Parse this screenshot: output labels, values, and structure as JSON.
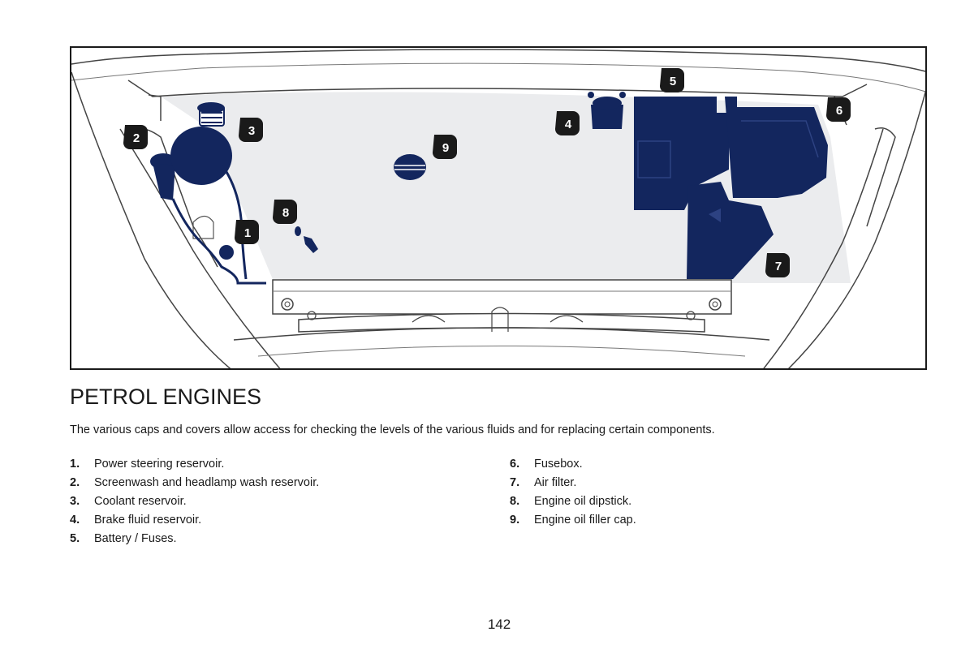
{
  "figure": {
    "callouts": [
      "1",
      "2",
      "3",
      "4",
      "5",
      "6",
      "7",
      "8",
      "9"
    ],
    "colors": {
      "component_fill": "#13265e",
      "engine_bay": "#ebecee",
      "outline": "#3a3a3a",
      "callout_bg": "#1a1a1a"
    }
  },
  "heading": "PETROL ENGINES",
  "intro": "The various caps and covers allow access for checking the levels of the various fluids and for replacing certain components.",
  "items_left": [
    {
      "number": "1.",
      "label": "Power steering reservoir."
    },
    {
      "number": "2.",
      "label": "Screenwash and headlamp wash reservoir."
    },
    {
      "number": "3.",
      "label": "Coolant reservoir."
    },
    {
      "number": "4.",
      "label": "Brake fluid reservoir."
    },
    {
      "number": "5.",
      "label": "Battery / Fuses."
    }
  ],
  "items_right": [
    {
      "number": "6.",
      "label": "Fusebox."
    },
    {
      "number": "7.",
      "label": "Air filter."
    },
    {
      "number": "8.",
      "label": "Engine oil dipstick."
    },
    {
      "number": "9.",
      "label": "Engine oil filler cap."
    }
  ],
  "page_number": "142"
}
